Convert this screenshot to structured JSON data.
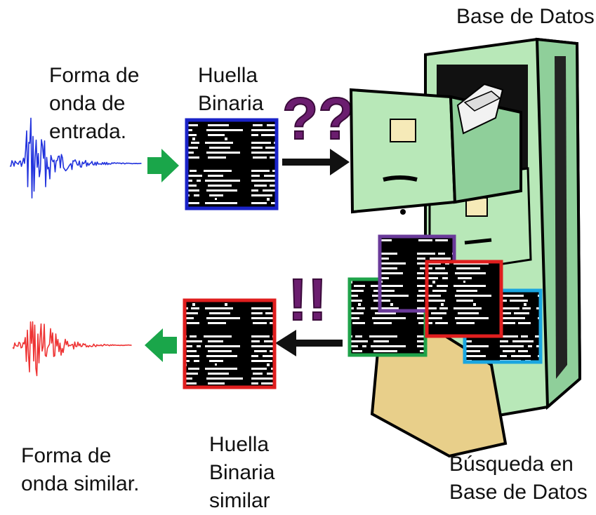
{
  "labels": {
    "database": "Base de Datos",
    "input_waveform": [
      "Forma de",
      "onda de",
      "entrada."
    ],
    "fingerprint": [
      "Huella",
      "Binaria"
    ],
    "similar_waveform": [
      "Forma de",
      "onda similar."
    ],
    "similar_fingerprint": [
      "Huella",
      "Binaria",
      "similar"
    ],
    "db_search": [
      "Búsqueda en",
      "Base de Datos"
    ]
  },
  "symbols": {
    "question": "??",
    "exclaim": "!!"
  },
  "colors": {
    "input_wave": "#2233dd",
    "similar_wave": "#ee3333",
    "green_arrow": "#1aa64a",
    "black_arrow": "#111111",
    "mark_purple": "#6b1d6f",
    "cabinet": "#b8e8b8",
    "cabinet_dark": "#8fcf9a",
    "folder": "#e8cf8a",
    "frame_blue": "#1a23c8",
    "frame_red": "#e01e1e",
    "frame_green": "#1fa34a",
    "frame_purple": "#6a3a9a",
    "frame_cyan": "#1aa6e0"
  }
}
